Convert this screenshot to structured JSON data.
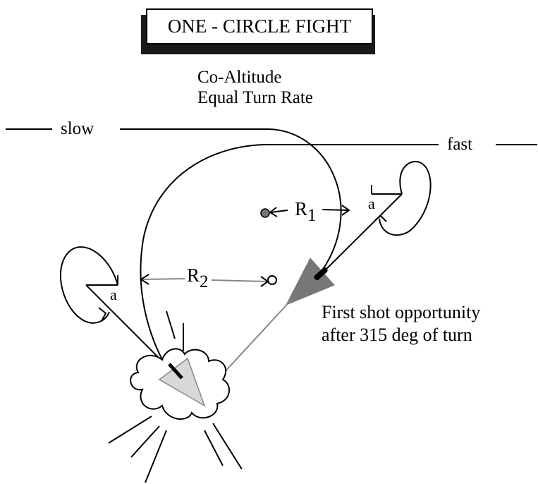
{
  "title": "ONE - CIRCLE FIGHT",
  "subtitle_line1": "Co-Altitude",
  "subtitle_line2": "Equal Turn Rate",
  "label_slow": "slow",
  "label_fast": "fast",
  "radius1": {
    "letter": "R",
    "sub": "1"
  },
  "radius2": {
    "letter": "R",
    "sub": "2"
  },
  "angle_label": "a",
  "note_line1": "First shot opportunity",
  "note_line2": "after 315 deg of turn",
  "colors": {
    "line": "#000000",
    "grey": "#7a7a7a",
    "dark_grey": "#555555",
    "light_grey": "#d8d8d8"
  }
}
